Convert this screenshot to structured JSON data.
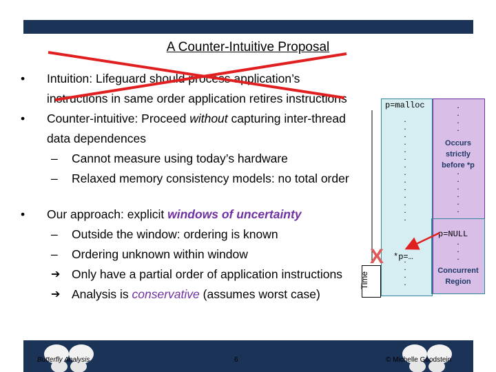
{
  "slide": {
    "title": "A Counter-Intuitive Proposal",
    "bullet1": "Intuition:  Lifeguard should process application’s",
    "bullet1_cont": "instructions in same order application retires instructions",
    "bullet2_a": "Counter-intuitive:  Proceed ",
    "bullet2_em": "without",
    "bullet2_b": " capturing inter-thread",
    "bullet2_cont": "data dependences",
    "sub1": "Cannot measure using today’s hardware",
    "sub2": "Relaxed memory consistency models: no total order",
    "bullet3_a": "Our approach:  explicit ",
    "bullet3_em": "windows of uncertainty",
    "sub3": "Outside the window: ordering is known",
    "sub4": "Ordering unknown within window",
    "arrow1": "Only have a partial order of application instructions",
    "arrow2_a": "Analysis is ",
    "arrow2_em": "conservative",
    "arrow2_b": " (assumes worst case)",
    "bullet_glyph": "•",
    "dash_glyph": "–",
    "arrow_glyph": "➔"
  },
  "diagram": {
    "time_label": "Time",
    "malloc_label": "p=malloc",
    "occurs_label": "Occurs strictly before *p",
    "null_label": "p=NULL",
    "star_label": "*p=…",
    "concurrent_label": "Concurrent Region",
    "x_mark": "X"
  },
  "footer": {
    "left": "Butterfly Analysis",
    "page": "6",
    "right": "© Michelle Goodstein"
  }
}
